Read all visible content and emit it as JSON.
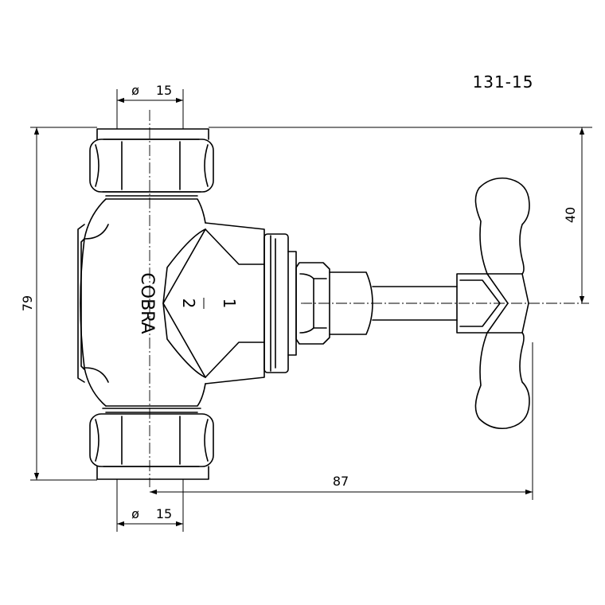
{
  "product_code": "131-15",
  "brand_mark": "COBRA",
  "size_marking": {
    "numerator": "1",
    "denominator": "2"
  },
  "dimensions": {
    "top_pipe_diameter": {
      "symbol": "ø",
      "value": "15"
    },
    "bottom_pipe_diameter": {
      "symbol": "ø",
      "value": "15"
    },
    "overall_height": "79",
    "handle_height": "40",
    "overall_projection": "87"
  }
}
